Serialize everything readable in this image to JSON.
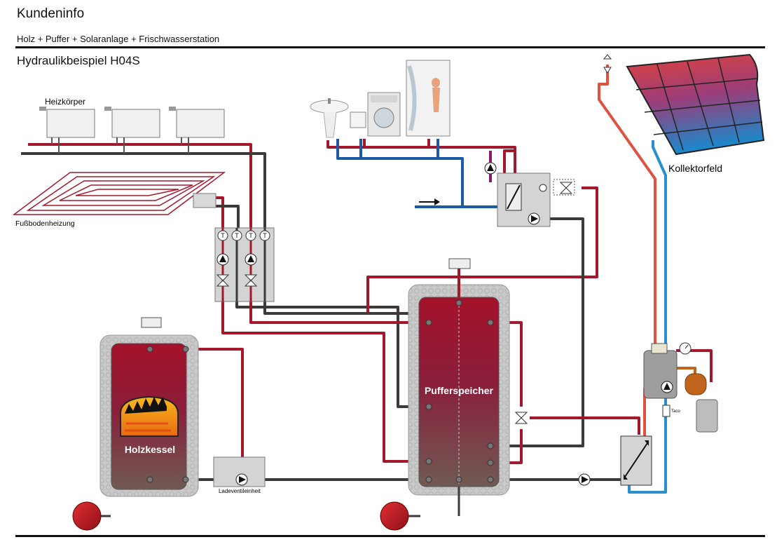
{
  "header": {
    "title": "Kundeninfo",
    "subtitle": "Holz + Puffer + Solaranlage + Frischwasserstation",
    "example": "Hydraulikbeispiel H04S"
  },
  "labels": {
    "radiators": "Heizkörper",
    "floor_heating": "Fußbodenheizung",
    "collector_field": "Kollektorfeld",
    "boiler": "Holzkessel",
    "buffer": "Pufferspeicher",
    "charging_unit": "Ladeventileinheit",
    "taco": "Taco",
    "sensor_T": "T"
  },
  "colors": {
    "hot": "#a3192b",
    "cold_return": "#3d3a39",
    "solar_hot": "#e0523f",
    "solar_cold": "#2a8fd0",
    "fresh_water": "#1d5aa6",
    "panel": "#d4d4d4"
  },
  "icons": [
    "vent-icon",
    "pump-icon",
    "valve-icon",
    "thermometer-icon",
    "expansion-vessel-icon",
    "heat-exchanger-icon",
    "flame-icon",
    "tap-arrow-icon"
  ]
}
